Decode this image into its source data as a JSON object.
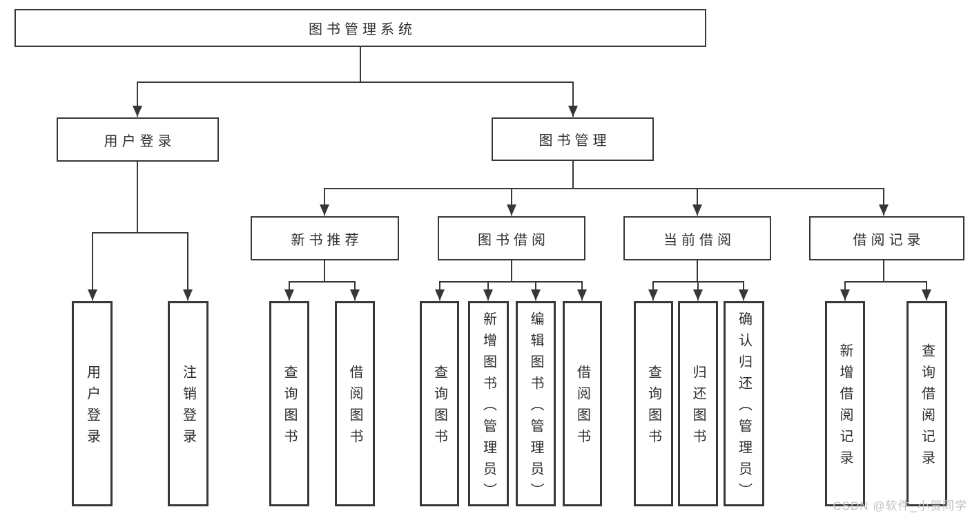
{
  "colors": {
    "bg": "#ffffff",
    "line": "#373737",
    "text": "#2d2d2d",
    "watermark": "#c8bfbf"
  },
  "tree": {
    "label": "图书管理系统",
    "children": [
      {
        "label": "用户登录",
        "children": [
          {
            "label": "用户登录"
          },
          {
            "label": "注销登录"
          }
        ]
      },
      {
        "label": "图书管理",
        "children": [
          {
            "label": "新书推荐",
            "children": [
              {
                "label": "查询图书"
              },
              {
                "label": "借阅图书"
              }
            ]
          },
          {
            "label": "图书借阅",
            "children": [
              {
                "label": "查询图书"
              },
              {
                "label": "新增图书（管理员）"
              },
              {
                "label": "编辑图书（管理员）"
              },
              {
                "label": "借阅图书"
              }
            ]
          },
          {
            "label": "当前借阅",
            "children": [
              {
                "label": "查询图书"
              },
              {
                "label": "归还图书"
              },
              {
                "label": "确认归还（管理员）"
              }
            ]
          },
          {
            "label": "借阅记录",
            "children": [
              {
                "label": "新增借阅记录"
              },
              {
                "label": "查询借阅记录"
              }
            ]
          }
        ]
      }
    ]
  },
  "watermark": "CSDN @软件_小贺同学"
}
